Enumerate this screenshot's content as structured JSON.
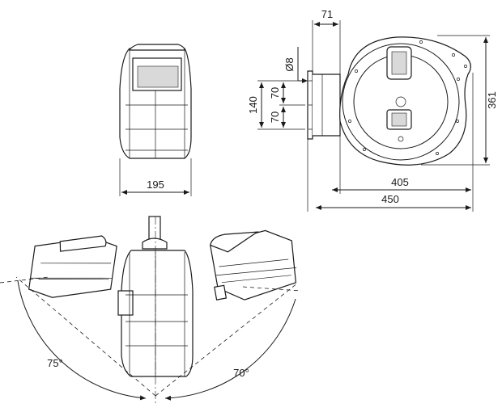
{
  "dimensions": {
    "front_width": "195",
    "bracket_depth": "71",
    "bolt_diameter": "Ø8",
    "hole_spacing": "140",
    "hole_offset_top": "70",
    "hole_offset_bottom": "70",
    "height": "361",
    "drum_width": "405",
    "overall_width": "450"
  },
  "angles": {
    "left_swing": "75°",
    "right_swing": "70°"
  }
}
